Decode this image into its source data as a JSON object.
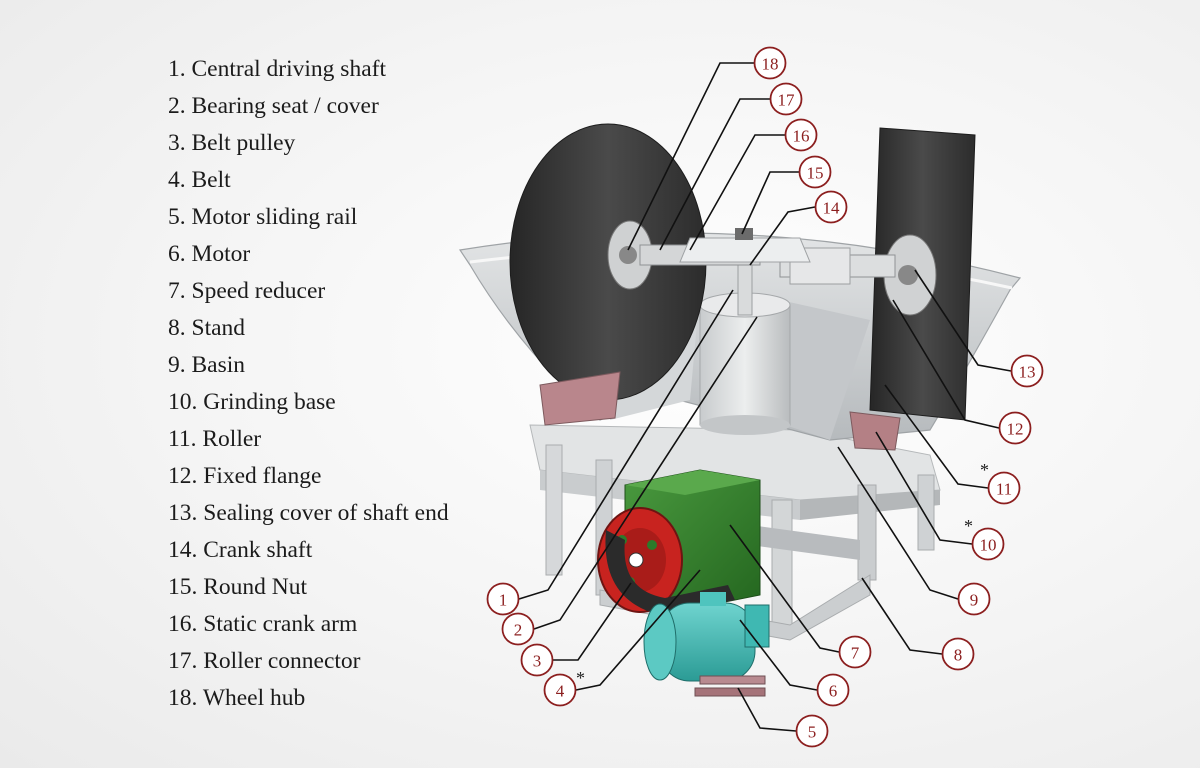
{
  "legend": [
    {
      "num": "1",
      "name": "Central driving shaft",
      "text": "1. Central driving shaft"
    },
    {
      "num": "2",
      "name": "Bearing seat / cover",
      "text": "2. Bearing seat / cover"
    },
    {
      "num": "3",
      "name": "Belt pulley",
      "text": "3. Belt pulley"
    },
    {
      "num": "4",
      "name": "Belt",
      "text": "4. Belt"
    },
    {
      "num": "5",
      "name": "Motor sliding rail",
      "text": "5. Motor sliding rail"
    },
    {
      "num": "6",
      "name": "Motor",
      "text": "6. Motor"
    },
    {
      "num": "7",
      "name": "Speed reducer",
      "text": "7. Speed reducer"
    },
    {
      "num": "8",
      "name": "Stand",
      "text": "8. Stand"
    },
    {
      "num": "9",
      "name": "Basin",
      "text": "9. Basin"
    },
    {
      "num": "10",
      "name": "Grinding base",
      "text": "10. Grinding base"
    },
    {
      "num": "11",
      "name": "Roller",
      "text": "11. Roller"
    },
    {
      "num": "12",
      "name": "Fixed flange",
      "text": "12. Fixed flange"
    },
    {
      "num": "13",
      "name": "Sealing cover of shaft end",
      "text": "13. Sealing cover of shaft end"
    },
    {
      "num": "14",
      "name": "Crank shaft",
      "text": "14. Crank shaft"
    },
    {
      "num": "15",
      "name": "Round Nut",
      "text": "15. Round Nut"
    },
    {
      "num": "16",
      "name": "Static crank arm",
      "text": "16. Static crank arm"
    },
    {
      "num": "17",
      "name": "Roller connector",
      "text": "17. Roller connector"
    },
    {
      "num": "18",
      "name": "Wheel hub",
      "text": "18. Wheel hub"
    }
  ],
  "callouts": [
    {
      "num": "1",
      "star": false
    },
    {
      "num": "2",
      "star": false
    },
    {
      "num": "3",
      "star": false
    },
    {
      "num": "4",
      "star": true
    },
    {
      "num": "5",
      "star": false
    },
    {
      "num": "6",
      "star": false
    },
    {
      "num": "7",
      "star": false
    },
    {
      "num": "8",
      "star": false
    },
    {
      "num": "9",
      "star": false
    },
    {
      "num": "10",
      "star": true
    },
    {
      "num": "11",
      "star": true
    },
    {
      "num": "12",
      "star": false
    },
    {
      "num": "13",
      "star": false
    },
    {
      "num": "14",
      "star": false
    },
    {
      "num": "15",
      "star": false
    },
    {
      "num": "16",
      "star": false
    },
    {
      "num": "17",
      "star": false
    },
    {
      "num": "18",
      "star": false
    }
  ],
  "star_symbol": "*",
  "colors": {
    "callout_ring": "#8c1f1f",
    "leader_line": "#111111",
    "roller": "#3d3d3d",
    "basin": "#cfd2d4",
    "frame": "#dfe1e2",
    "reducer": "#2f7d2a",
    "pulley": "#c8231f",
    "motor": "#3fb8b2",
    "grinding_base": "#b9868c"
  }
}
